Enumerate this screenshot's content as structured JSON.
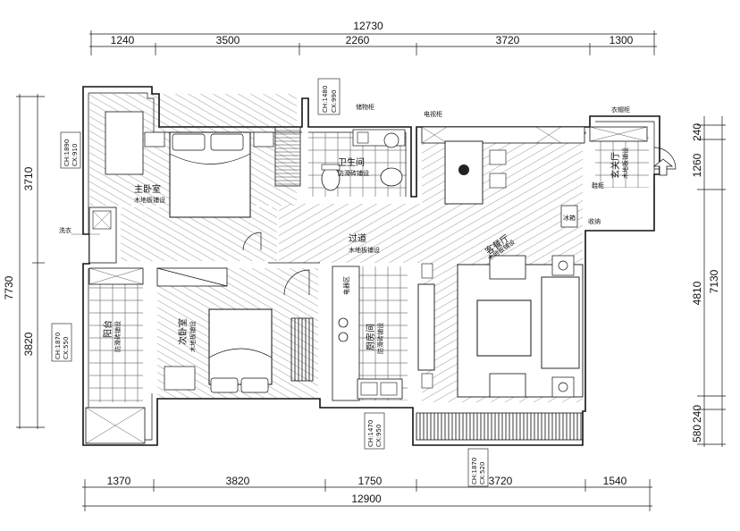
{
  "dimensions": {
    "top_total": "12730",
    "top_segments": [
      "1240",
      "3500",
      "2260",
      "3720",
      "1300"
    ],
    "bottom_total": "12900",
    "bottom_segments": [
      "1370",
      "3820",
      "1750",
      "3720",
      "1540"
    ],
    "left_total": "7730",
    "left_segments": [
      "3710",
      "3820"
    ],
    "right_total": "7130",
    "right_segments": [
      "240",
      "1260",
      "4810",
      "240",
      "580"
    ]
  },
  "rooms": {
    "master_bedroom": "主卧室",
    "master_bedroom_note": "木地板铺设",
    "bathroom": "卫生间",
    "bathroom_note": "防滑砖铺设",
    "corridor": "过道",
    "corridor_note": "木地板铺设",
    "secondary_bedroom": "次卧室",
    "secondary_bedroom_note": "木地板铺设",
    "balcony": "阳台",
    "balcony_note": "防滑砖铺设",
    "kitchen": "厨房间",
    "kitchen_note": "防滑砖铺设",
    "living_dining": "客餐厅",
    "living_dining_note": "木地板铺设",
    "entrance": "玄关厅",
    "entrance_note": "木地板铺设",
    "closet": "衣帽柜"
  },
  "window_tags": {
    "master_bedroom": [
      "CH:1890",
      "CX:910"
    ],
    "bathroom": [
      "CH:1480",
      "CX:990"
    ],
    "balcony": [
      "CH:1870",
      "CX:550"
    ],
    "kitchen": [
      "CH:1470",
      "CX:950"
    ],
    "living": [
      "CH:1870",
      "CX:520"
    ]
  },
  "annotations": {
    "washer": "洗衣",
    "fridge": "冰箱",
    "shoe_cabinet": "鞋柜",
    "shelf": "储物柜",
    "storage": "收纳",
    "tv_cabinet": "电视柜",
    "appliance_zone": "电器区"
  }
}
